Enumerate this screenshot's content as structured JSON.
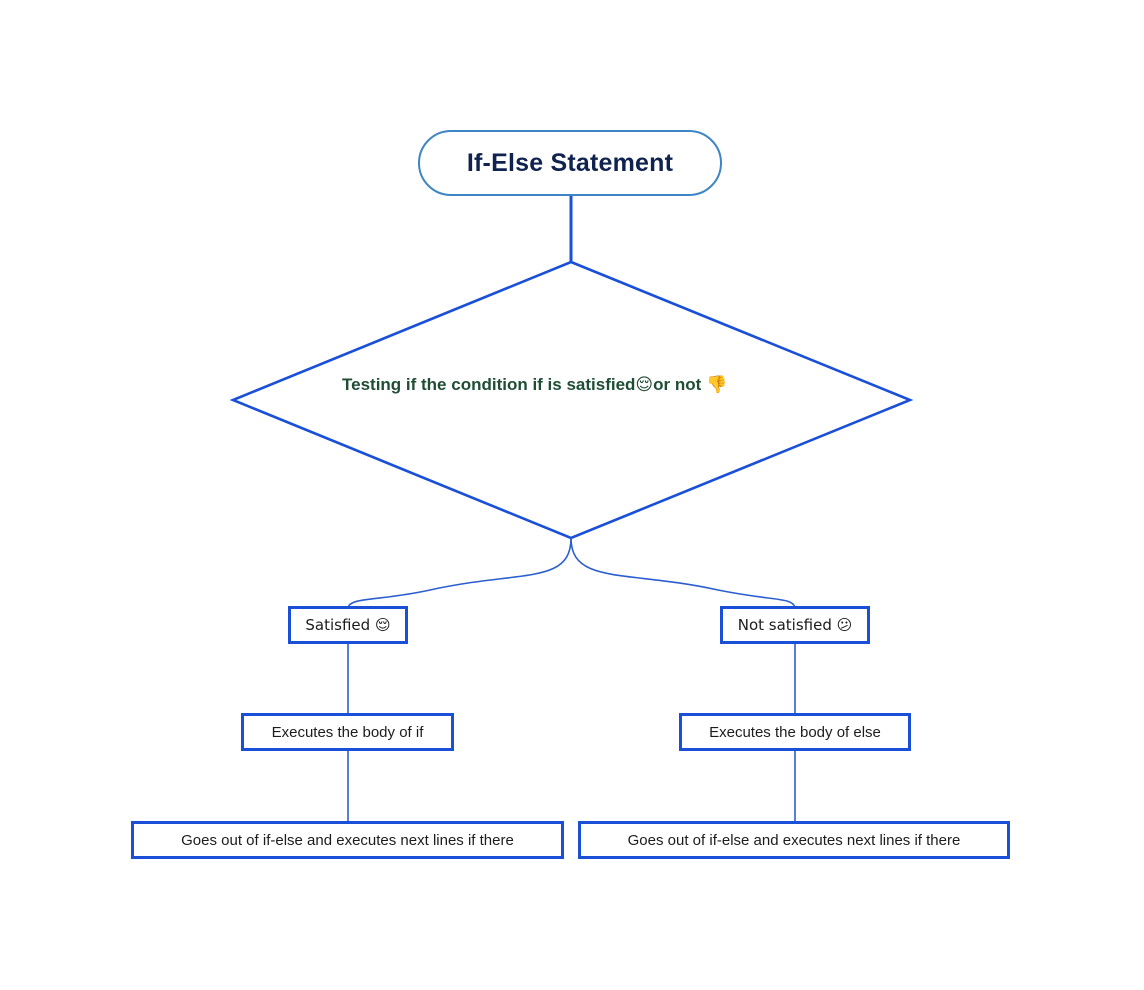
{
  "diagram": {
    "type": "flowchart",
    "title_node": {
      "label": "If-Else Statement",
      "shape": "rounded-pill",
      "border_color": "#3d85c6",
      "text_color": "#10234f"
    },
    "decision_node": {
      "label": "Testing if the condition if is satisfied😌or not 👎",
      "line1": "Testing if the condition if is satisfied😌or not",
      "line2": "👎",
      "shape": "diamond",
      "border_color": "#1a4fd8",
      "text_color": "#1f4d36"
    },
    "branches": [
      {
        "condition_label": "Satisfied 😌",
        "action_label": "Executes the body of if",
        "exit_label": "Goes out of if-else and executes next lines if there"
      },
      {
        "condition_label": "Not satisfied 😕",
        "action_label": "Executes the body of else",
        "exit_label": "Goes out of if-else and executes next lines if there"
      }
    ],
    "colors": {
      "node_border": "#1a4fd8",
      "connector": "#2b5fd0",
      "title_border": "#3d85c6",
      "decision_text": "#1f4d36",
      "title_text": "#10234f",
      "node_text": "#1c1c1c",
      "background": "#ffffff"
    }
  }
}
